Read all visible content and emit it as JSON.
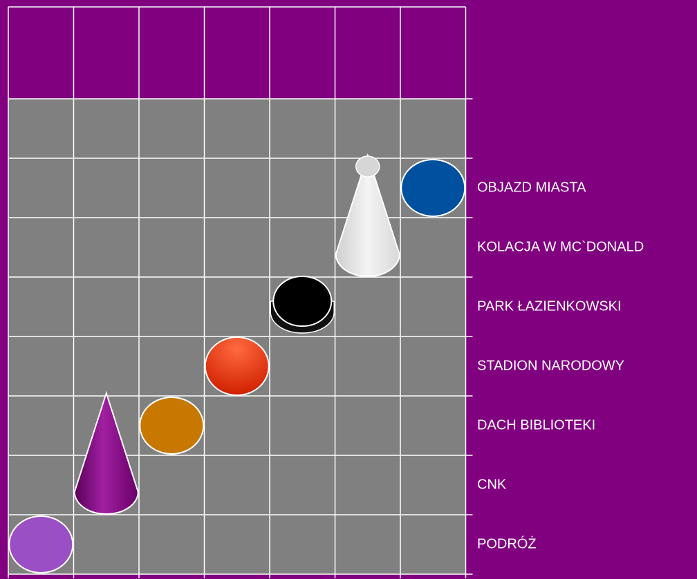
{
  "chart_data": {
    "type": "bar",
    "title": "",
    "xlabel": "",
    "ylabel": "",
    "orientation": "horizontal",
    "style": "3d-shapes",
    "grid": true,
    "legend": "none",
    "categories": [
      "PODRÓŻ",
      "CNK",
      "DACH BIBLIOTEKI",
      "STADION NARODOWY",
      "PARK ŁAZIENKOWSKI",
      "KOLACJA W MC`DONALD",
      "OBJAZD MIASTA"
    ],
    "values": [
      1,
      2,
      3,
      4,
      5,
      6,
      7
    ],
    "xlim": [
      0,
      7
    ],
    "shapes": [
      "sphere",
      "cone",
      "sphere",
      "pyramid",
      "cylinder",
      "cone",
      "sphere"
    ],
    "colors": [
      "#9b4fc4",
      "#8a0a8a",
      "#c87800",
      "#e83010",
      "#000000",
      "#e8e8e8",
      "#0050a0"
    ]
  },
  "style": {
    "background": "#800080",
    "plot_background": "#808080",
    "grid_color": "#ffffff",
    "label_color": "#ffffff"
  }
}
